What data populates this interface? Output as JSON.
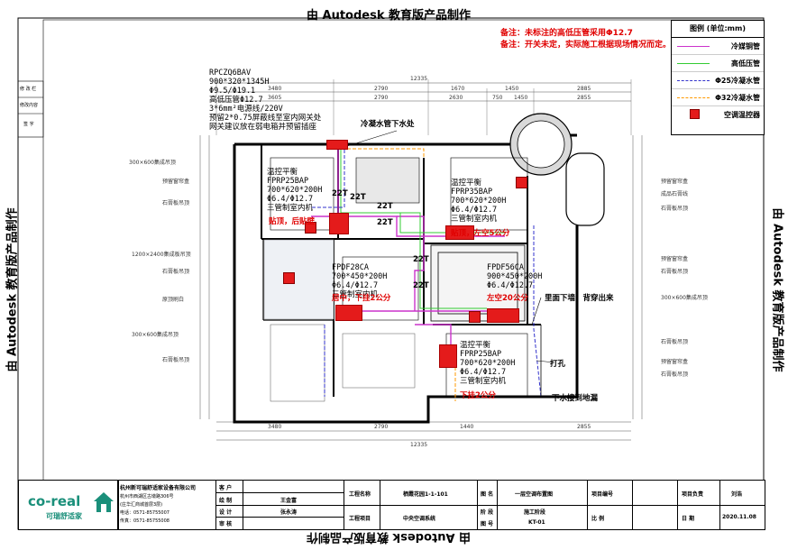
{
  "watermark": "由 Autodesk 教育版产品制作",
  "notes": [
    "备注：未标注的高低压管采用Φ12.7",
    "备注：开关未定，实际施工根据现场情况而定。"
  ],
  "legend": {
    "title": "图例 (单位:mm)",
    "items": [
      {
        "label": "冷媒铜管",
        "color": "#cc33cc",
        "style": "solid"
      },
      {
        "label": "高低压管",
        "color": "#33cc33",
        "style": "solid"
      },
      {
        "label": "Φ25冷凝水管",
        "color": "#3333cc",
        "style": "dashed"
      },
      {
        "label": "Φ32冷凝水管",
        "color": "#ff9900",
        "style": "dashed"
      },
      {
        "label": "空调温控器",
        "color": "#e41b1b",
        "style": "icon"
      }
    ]
  },
  "outdoor_unit": {
    "spec": "RPCZQ6BAV\n900*320*1345H\nΦ9.5/Φ19.1\n高低压管Φ12.7\n3*6mm²电源线/220V\n预留2*0.75屏蔽线至室内网关处\n网关建议放在弱电箱并预留插座",
    "drain_label": "冷凝水管下水处"
  },
  "indoor_units": [
    {
      "spec": "温控平衡\nFPRP25BAP\n700*620*200H\nΦ6.4/Φ12.7\n三管制室内机",
      "note": "贴顶，后贴壁"
    },
    {
      "spec": "温控平衡\nFPRP35BAP\n700*620*200H\nΦ6.4/Φ12.7\n三管制室内机",
      "note": "贴顶，左空5公分"
    },
    {
      "spec": "FPDF28CA\n700*450*200H\nΦ6.4/Φ12.7\n三管制室内机",
      "note": "居中，下挂2公分"
    },
    {
      "spec": "FPDF56CA\n900*450*200H\nΦ6.4/Φ12.7",
      "note": "左空20公分"
    },
    {
      "spec": "温控平衡\nFPRP25BAP\n700*620*200H\nΦ6.4/Φ12.7\n三管制室内机",
      "note": "下挂2公分"
    }
  ],
  "annotations": {
    "wall_through": "里面下墙，背穿出来",
    "hole": "打孔",
    "drain_floor": "下水接到地漏",
    "tees": [
      "22T",
      "22T",
      "22T",
      "22T",
      "22T",
      "22T"
    ]
  },
  "left_labels": [
    "300×600集成吊顶",
    "预留窗帘盒",
    "石膏板吊顶",
    "1200×2400集成板吊顶",
    "石膏板吊顶",
    "原顶刷白",
    "300×600集成吊顶",
    "石膏板吊顶"
  ],
  "right_labels": [
    "预留窗帘盒",
    "成品石膏线",
    "石膏板吊顶",
    "预留窗帘盒",
    "石膏板吊顶",
    "300×600集成吊顶",
    "石膏板吊顶",
    "预留窗帘盒",
    "石膏板吊顶"
  ],
  "dimensions_top": [
    "12335",
    "3480",
    "2790",
    "1670",
    "1450",
    "2885",
    "3605",
    "2790",
    "2630",
    "750",
    "1450",
    "2855"
  ],
  "dimensions_bottom": [
    "12335",
    "3480",
    "2790",
    "1440",
    "2855"
  ],
  "left_strip": [
    "修 改 栏",
    "修改内容",
    "签 字"
  ],
  "company": {
    "logo": "co-real",
    "logo_sub": "可瑞舒适家",
    "name": "杭州新可瑞舒适家设备有限公司",
    "address": "杭州市西湖区古墩路306号",
    "address2": "(庄华汇商城首层3层)",
    "phone": "电话：0571-85755007",
    "fax": "传真：0571-85755008"
  },
  "title_block": {
    "client_label": "客 户",
    "drawn_label": "绘 制",
    "drawn": "王金富",
    "design_label": "设 计",
    "design": "张永涛",
    "review_label": "审 核",
    "project_label": "工程名称",
    "project": "栖霞花园1-1-101",
    "item_label": "工程项目",
    "item": "中央空调系统",
    "figure_label": "图 名",
    "figure": "一层空调布置图",
    "stage_label": "阶 段",
    "stage": "施工阶段",
    "no_label": "图 号",
    "no": "KT-01",
    "proj_no_label": "项目编号",
    "scale_label": "比 例",
    "lead_label": "项目负责",
    "lead": "刘浩",
    "date_label": "日 期",
    "date": "2020.11.08"
  }
}
